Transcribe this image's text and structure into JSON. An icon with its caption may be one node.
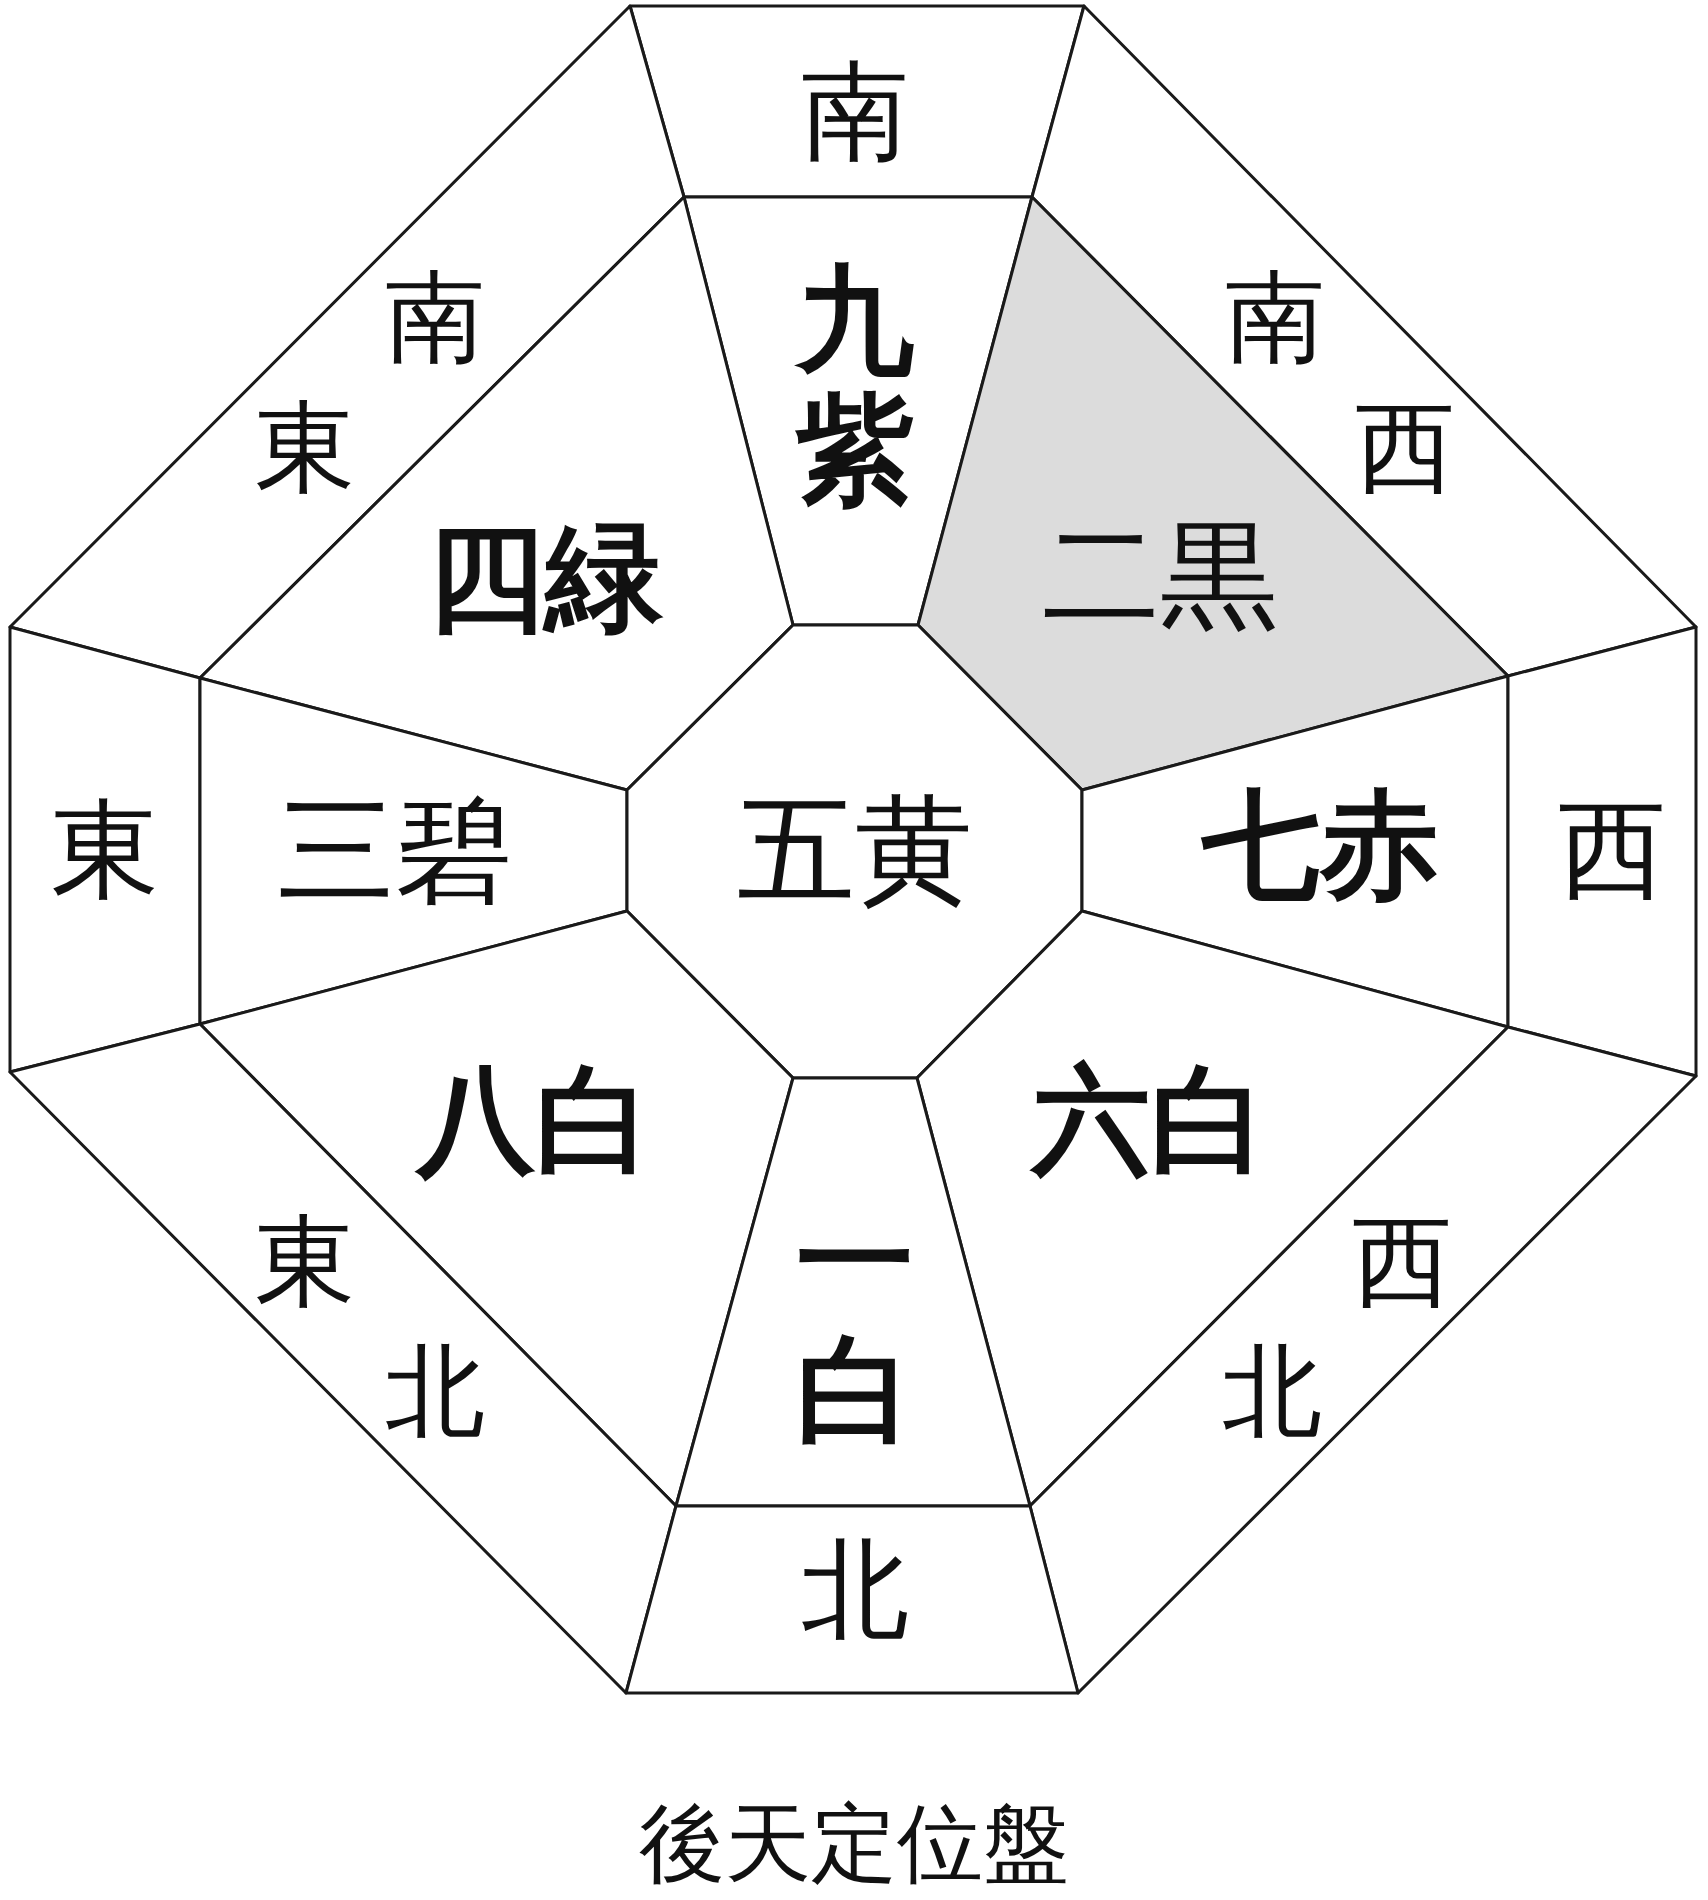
{
  "diagram": {
    "caption": "後天定位盤",
    "nodes": [
      {
        "text": [
          "南"
        ]
      },
      {
        "text": [
          "南東"
        ]
      },
      {
        "text": [
          "九紫"
        ]
      },
      {
        "text": [
          "南西"
        ]
      },
      {
        "text": [
          "四緑"
        ]
      },
      {
        "text": [
          "二黒"
        ]
      },
      {
        "text": [
          "東"
        ]
      },
      {
        "text": [
          "三碧"
        ]
      },
      {
        "text": [
          "五黄"
        ]
      },
      {
        "text": [
          "七赤"
        ]
      },
      {
        "text": [
          "西"
        ]
      },
      {
        "text": [
          "八白"
        ]
      },
      {
        "text": [
          "六白"
        ]
      },
      {
        "text": [
          "東北"
        ]
      },
      {
        "text": [
          "西北"
        ]
      },
      {
        "text": [
          "一白"
        ]
      },
      {
        "text": [
          "北"
        ]
      }
    ]
  }
}
